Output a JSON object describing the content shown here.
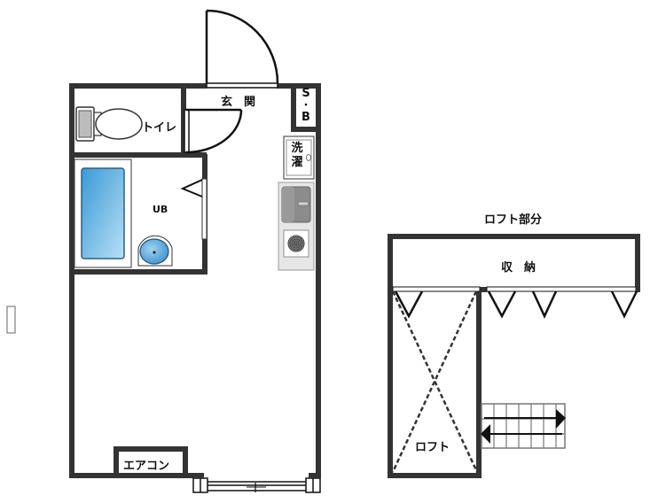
{
  "floorplan": {
    "main_unit": {
      "entrance_label": "玄　関",
      "shoe_box_label_top": "S",
      "shoe_box_label_mid": "・",
      "shoe_box_label_bottom": "B",
      "toilet_label": "トイレ",
      "unit_bath_label": "UB",
      "washer_label_top": "洗",
      "washer_label_bottom": "濯",
      "aircon_label": "エアコン"
    },
    "loft": {
      "title": "ロフト部分",
      "storage_label": "収　納",
      "loft_label": "ロフト"
    },
    "colors": {
      "wall": "#333333",
      "bathtub": "#5aaee0",
      "kitchen_counter": "#e6e6e6",
      "sink": "#8c8c8c",
      "stair_grid": "#777777"
    }
  }
}
